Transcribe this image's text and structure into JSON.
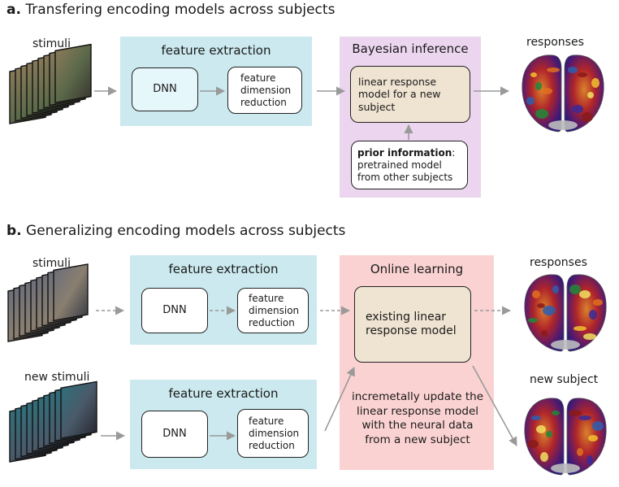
{
  "section_a": {
    "letter": "a.",
    "title": "Transfering encoding models across subjects",
    "stimuli_label": "stimuli",
    "feature_panel_title": "feature extraction",
    "dnn_label": "DNN",
    "fdr_label": "feature dimension reduction",
    "bayes_panel_title": "Bayesian inference",
    "linear_model_label": "linear response model for a new subject",
    "prior_bold": "prior information",
    "prior_colon": ":",
    "prior_rest": "pretrained model from other subjects",
    "responses_label": "responses"
  },
  "section_b": {
    "letter": "b.",
    "title": "Generalizing encoding models across subjects",
    "stimuli_label": "stimuli",
    "new_stimuli_label": "new stimuli",
    "feature_panel_title_1": "feature extraction",
    "feature_panel_title_2": "feature extraction",
    "dnn_label_1": "DNN",
    "dnn_label_2": "DNN",
    "fdr_label_1": "feature dimension reduction",
    "fdr_label_2": "feature dimension reduction",
    "online_panel_title": "Online learning",
    "existing_model_label": "existing linear response model",
    "update_text": "incremetally update the linear response model with the neural data from a new subject",
    "responses_label": "responses",
    "new_subject_label": "new subject"
  },
  "colors": {
    "panel_blue": "#cbe9ee",
    "panel_purple": "#ecd6ef",
    "panel_red": "#fbd2d2",
    "box_tan": "#efe3d1",
    "arrow_gray": "#9a9a9a"
  },
  "icons": [
    "video-frames-stack-icon",
    "brain-activation-map-icon"
  ]
}
